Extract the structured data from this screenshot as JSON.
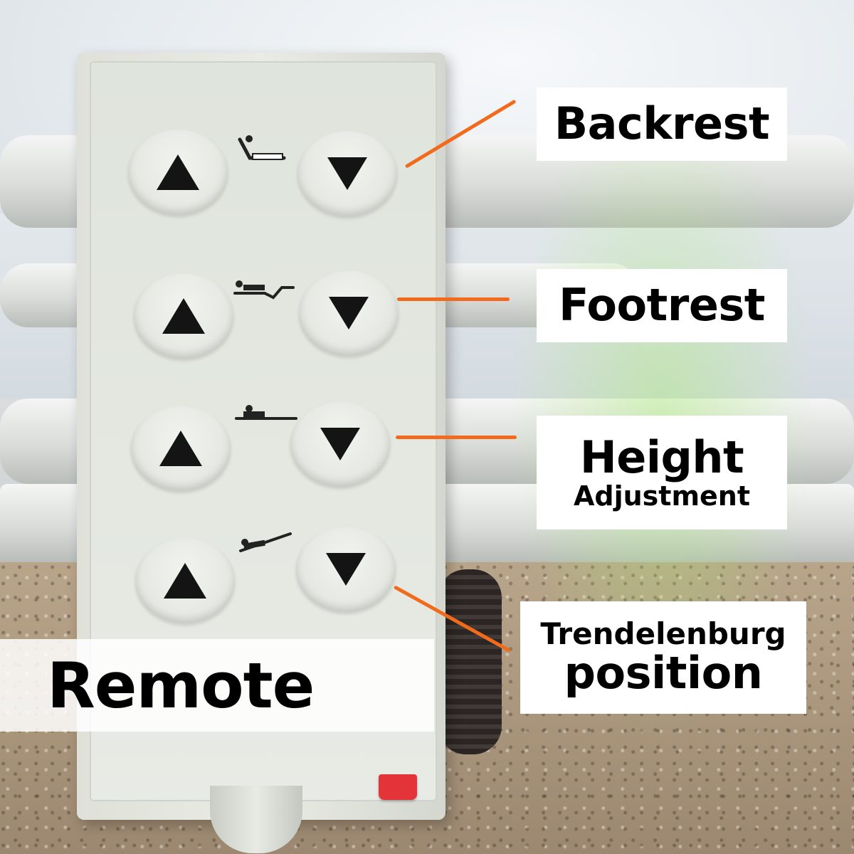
{
  "remote": {
    "rows": [
      {
        "function": "backrest",
        "up_icon": "triangle-up-icon",
        "down_icon": "triangle-down-icon",
        "pictogram": "backrest-pictogram"
      },
      {
        "function": "footrest",
        "up_icon": "triangle-up-icon",
        "down_icon": "triangle-down-icon",
        "pictogram": "footrest-pictogram"
      },
      {
        "function": "height",
        "up_icon": "triangle-up-icon",
        "down_icon": "triangle-down-icon",
        "pictogram": "height-pictogram"
      },
      {
        "function": "trendelenburg",
        "up_icon": "triangle-up-icon",
        "down_icon": "triangle-down-icon",
        "pictogram": "trendelenburg-pictogram"
      }
    ]
  },
  "labels": {
    "backrest": "Backrest",
    "footrest": "Footrest",
    "height_line1": "Height",
    "height_line2": "Adjustment",
    "trend_line1": "Trendelenburg",
    "trend_line2": "position",
    "remote": "Remote"
  },
  "colors": {
    "leader": "#f26a1b",
    "label_bg": "#ffffff",
    "stop_button": "#e3343a"
  }
}
